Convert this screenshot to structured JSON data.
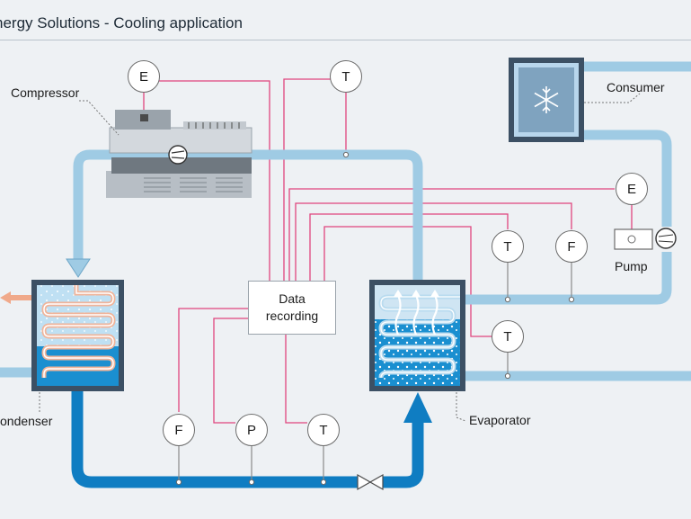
{
  "header": {
    "title": "nergy Solutions - Cooling application"
  },
  "labels": {
    "compressor": "Compressor",
    "consumer": "Consumer",
    "pump": "Pump",
    "condenser": "ondenser",
    "evaporator": "Evaporator"
  },
  "data_recording": {
    "line1": "Data",
    "line2": "recording"
  },
  "sensors": {
    "compressor_energy": "E",
    "top_temperature": "T",
    "pump_energy": "E",
    "return_temperature": "T",
    "return_flow": "F",
    "evaporator_temperature": "T",
    "condenser_flow": "F",
    "condenser_pressure": "P",
    "liquid_temperature": "T"
  },
  "colors": {
    "background": "#eef1f4",
    "pipe_light": "#9fcbe4",
    "pipe_dark": "#0f7dc2",
    "signal_line": "#e0457e",
    "vessel": "#3c5064"
  },
  "icons": [
    "snowflake-icon",
    "valve-icon",
    "compressor-icon",
    "pump-icon"
  ]
}
